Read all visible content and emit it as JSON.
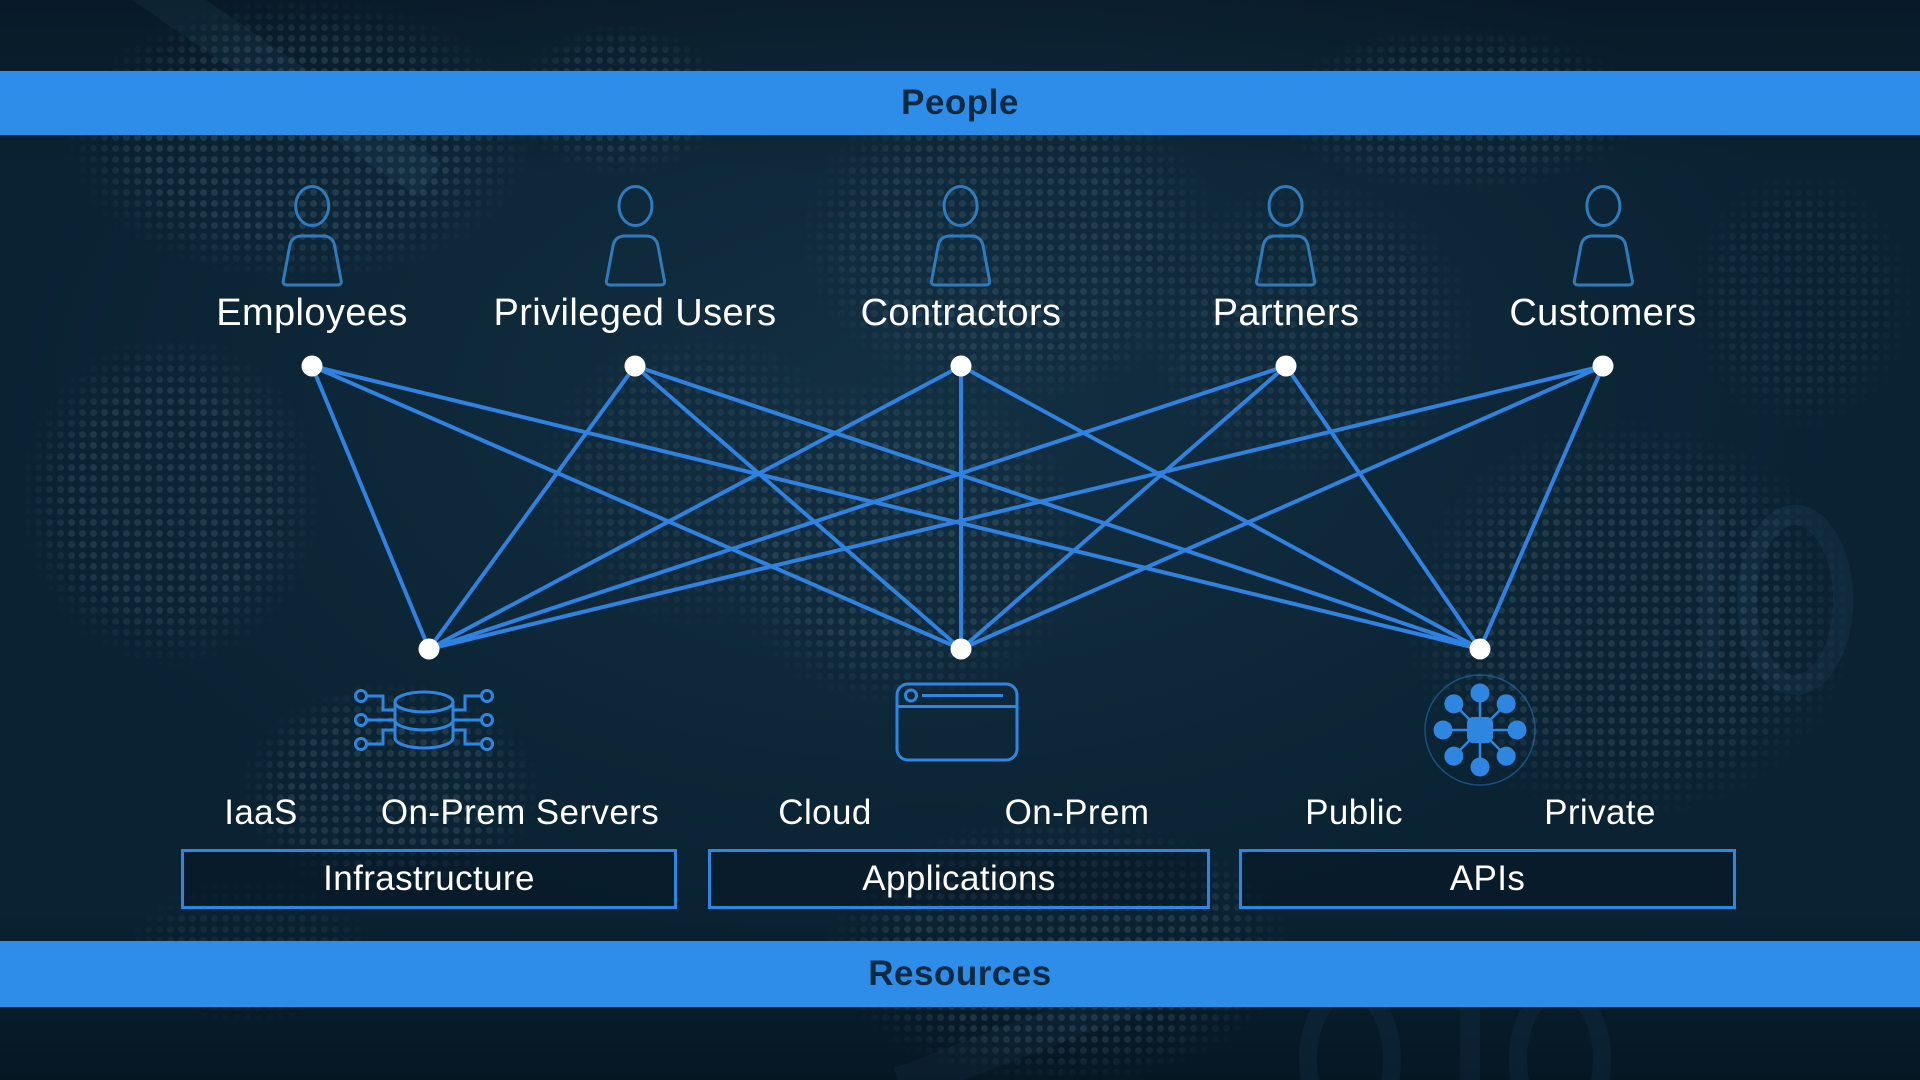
{
  "banners": {
    "top_label": "People",
    "bottom_label": "Resources"
  },
  "people": [
    {
      "label": "Employees"
    },
    {
      "label": "Privileged Users"
    },
    {
      "label": "Contractors"
    },
    {
      "label": "Partners"
    },
    {
      "label": "Customers"
    }
  ],
  "resource_groups": [
    {
      "box_label": "Infrastructure",
      "sublabels": [
        "IaaS",
        "On-Prem Servers"
      ],
      "icon": "database-network-icon"
    },
    {
      "box_label": "Applications",
      "sublabels": [
        "Cloud",
        "On-Prem"
      ],
      "icon": "app-window-icon"
    },
    {
      "box_label": "APIs",
      "sublabels": [
        "Public",
        "Private"
      ],
      "icon": "api-hub-icon"
    }
  ],
  "network": {
    "top_nodes": [
      "Employees",
      "Privileged Users",
      "Contractors",
      "Partners",
      "Customers"
    ],
    "bottom_nodes": [
      "Infrastructure",
      "Applications",
      "APIs"
    ],
    "connectivity": "complete-bipartite"
  },
  "colors": {
    "banner_blue": "#2E8DE9",
    "banner_text": "#0D2A42",
    "line_blue": "#2F82DF",
    "icon_blue": "#2F86E0",
    "person_icon_blue": "#2E7CBD",
    "box_border": "#2F86E0",
    "background": "#0A2232",
    "node_white": "#FFFFFF"
  }
}
